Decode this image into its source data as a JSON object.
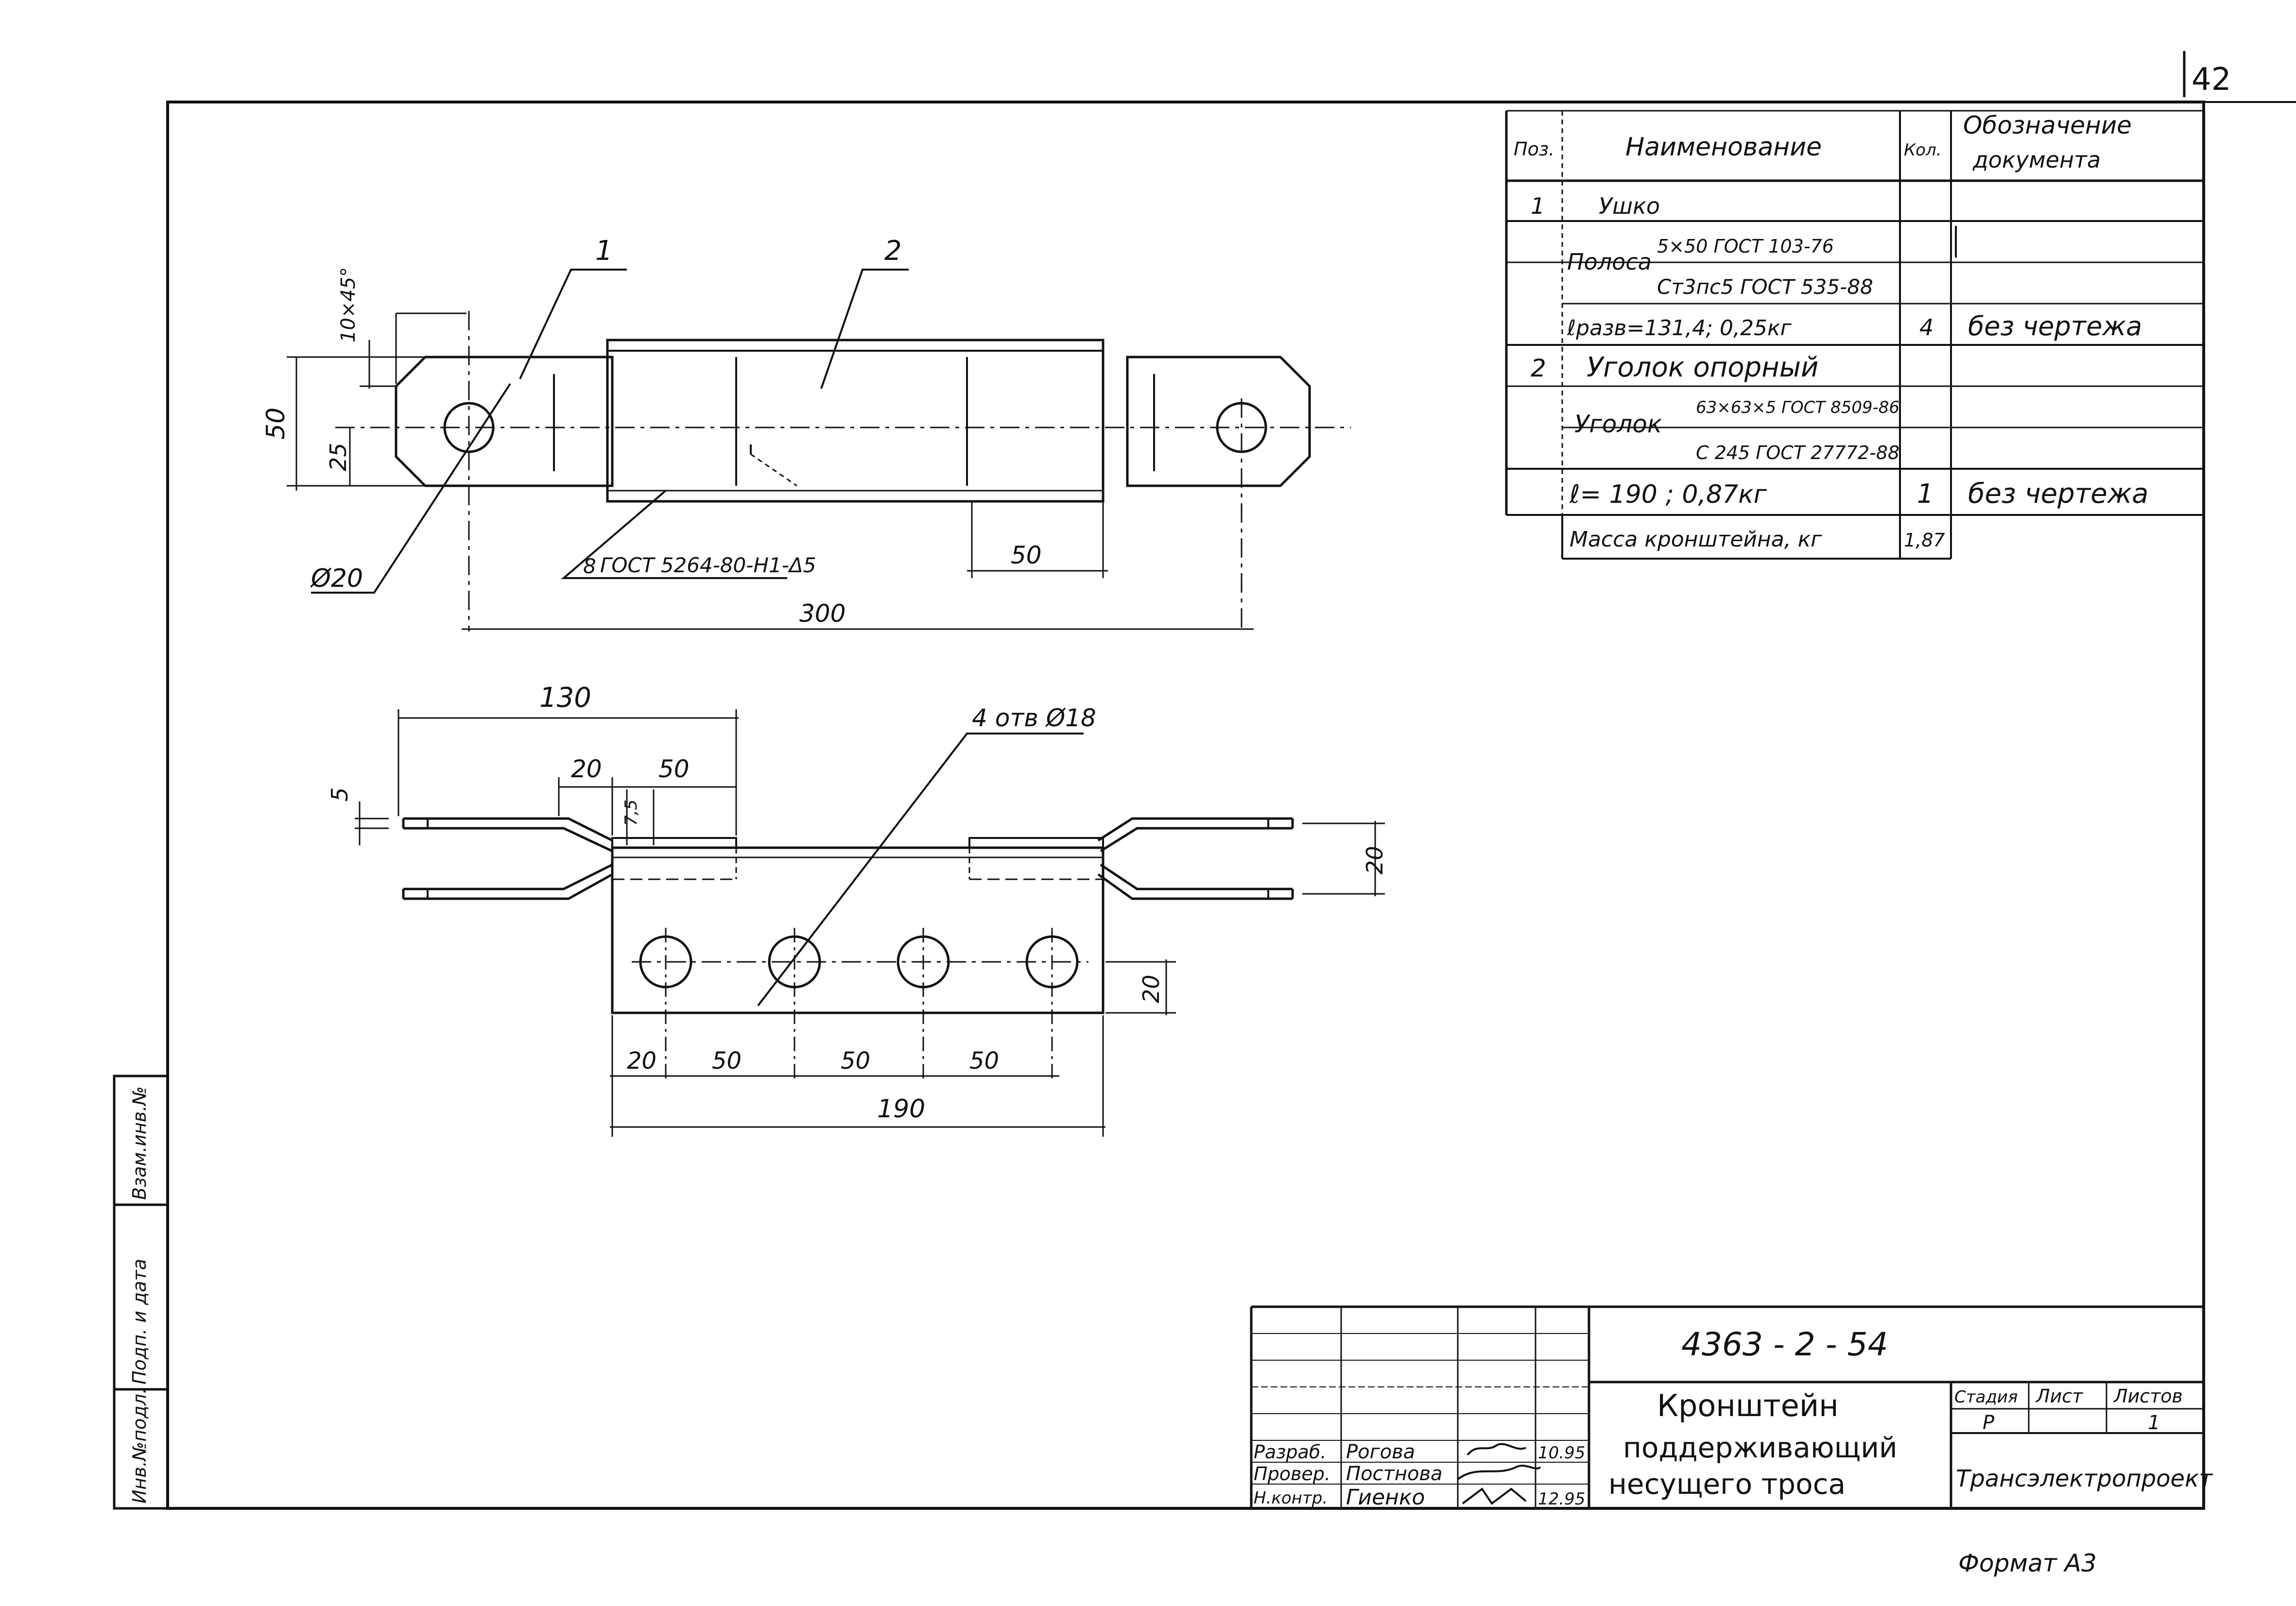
{
  "sheet": {
    "page_number": "42",
    "format_label": "Формат А3"
  },
  "spec_table": {
    "headers": {
      "pos": "Поз.",
      "name": "Наименование",
      "qty": "Кол.",
      "doc_line1": "Обозначение",
      "doc_line2": "документа"
    },
    "rows": {
      "r1_pos": "1",
      "r1_name": "Ушко",
      "r2_name_a": "Полоса",
      "r2_frac_top": "5×50  ГОСТ 103-76",
      "r2_frac_bottom": "Ст3пс5 ГОСТ 535-88",
      "r3_name": "ℓразв=131,4;  0,25кг",
      "r3_qty": "4",
      "r3_doc": "без чертежа",
      "r4_pos": "2",
      "r4_name": "Уголок опорный",
      "r5_name_a": "Уголок",
      "r5_frac_top": "63×63×5 ГОСТ 8509-86",
      "r5_frac_bottom": "С 245 ГОСТ 27772-88",
      "r6_name": "ℓ= 190 ;  0,87кг",
      "r6_qty": "1",
      "r6_doc": "без чертежа",
      "r7_name": "Масса кронштейна, кг",
      "r7_qty": "1,87"
    }
  },
  "drawing_top": {
    "leader_1": "1",
    "leader_2": "2",
    "chamfer": "10×45°",
    "dim_50_left": "50",
    "dim_25": "25",
    "hole_dia": "Ø20",
    "weld_size": "8",
    "weld_note": "ГОСТ 5264-80-Н1-Δ5",
    "dim_50_angle": "50",
    "dim_300": "300"
  },
  "drawing_bottom": {
    "dim_130": "130",
    "dim_20_top": "20",
    "dim_50_top": "50",
    "dim_5": "5",
    "dim_7_5": "7,5",
    "holes_note": "4 отв Ø18",
    "dim_20_right_top": "20",
    "dim_20_right_bottom": "20",
    "dim_20_base": "20",
    "dim_50_a": "50",
    "dim_50_b": "50",
    "dim_50_c": "50",
    "dim_190": "190"
  },
  "side_stamps": {
    "inv_podl": "Инв.№подл.",
    "podp_data": "Подп. и дата",
    "vzam_inv": "Взам.инв.№"
  },
  "title_block": {
    "doc_code": "4363 - 2 - 54",
    "title_line1": "Кронштейн",
    "title_line2": "поддерживающий",
    "title_line3": "несущего троса",
    "stage_label": "Стадия",
    "sheet_label": "Лист",
    "sheets_label": "Листов",
    "stage_value": "Р",
    "sheets_value": "1",
    "organization": "Трансэлектропроект",
    "role_1": "Разраб.",
    "name_1": "Рогова",
    "date_1": "10.95",
    "role_2": "Провер.",
    "name_2": "Постнова",
    "role_3": "Н.контр.",
    "name_3": "Гиенко",
    "date_3": "12.95"
  }
}
